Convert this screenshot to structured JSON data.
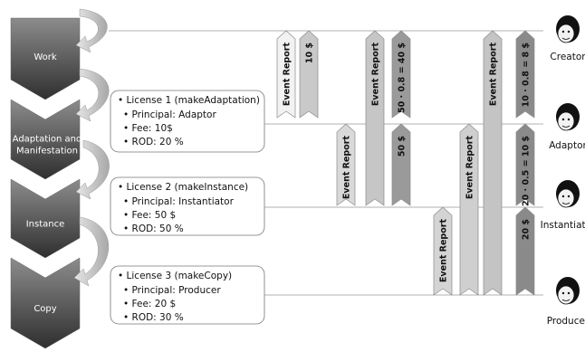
{
  "stages": [
    {
      "id": "work",
      "label_lines": [
        "Work"
      ]
    },
    {
      "id": "adaptation",
      "label_lines": [
        "Adaptation and",
        "Manifestation"
      ]
    },
    {
      "id": "instance",
      "label_lines": [
        "Instance"
      ]
    },
    {
      "id": "copy",
      "label_lines": [
        "Copy"
      ]
    }
  ],
  "licenses": [
    {
      "title": "License 1 (makeAdaptation)",
      "items": [
        "Principal: Adaptor",
        "Fee: 10$",
        "ROD: 20 %"
      ]
    },
    {
      "title": "License 2 (makeInstance)",
      "items": [
        "Principal: Instantiator",
        "Fee: 50 $",
        "ROD: 50 %"
      ]
    },
    {
      "title": "License 3 (makeCopy)",
      "items": [
        "Principal: Producer",
        "Fee: 20 $",
        "ROD: 30 %"
      ]
    }
  ],
  "actors": [
    "Creator",
    "Adaptor",
    "Instantiator",
    "Producer"
  ],
  "flows": [
    {
      "label": "Event Report",
      "from": "Adaptor",
      "to": "Creator",
      "direction": "up",
      "color": "#f2f2f2"
    },
    {
      "label": "10 $",
      "from": "Adaptor",
      "to": "Creator",
      "direction": "up",
      "color": "#c9c9c9"
    },
    {
      "label": "Event Report",
      "from": "Instantiator",
      "to": "Adaptor",
      "direction": "up",
      "color": "#d9d9d9"
    },
    {
      "label": "Event Report",
      "from": "Instantiator",
      "to": "Creator",
      "direction": "up",
      "color": "#c6c6c6"
    },
    {
      "label": "50 · 0.8 = 40 $",
      "from": "Adaptor",
      "to": "Creator",
      "direction": "up",
      "color": "#9a9a9a"
    },
    {
      "label": "50 $",
      "from": "Instantiator",
      "to": "Adaptor",
      "direction": "up",
      "color": "#9a9a9a"
    },
    {
      "label": "Event Report",
      "from": "Producer",
      "to": "Instantiator",
      "direction": "up",
      "color": "#d4d4d4"
    },
    {
      "label": "Event Report",
      "from": "Producer",
      "to": "Adaptor",
      "direction": "up",
      "color": "#cfcfcf"
    },
    {
      "label": "Event Report",
      "from": "Producer",
      "to": "Creator",
      "direction": "up",
      "color": "#c4c4c4"
    },
    {
      "label": "10 · 0.8 = 8 $",
      "from": "Adaptor",
      "to": "Creator",
      "direction": "up",
      "color": "#8a8a8a"
    },
    {
      "label": "20 · 0.5 = 10 $",
      "from": "Instantiator",
      "to": "Adaptor",
      "direction": "up",
      "color": "#8a8a8a"
    },
    {
      "label": "20 $",
      "from": "Producer",
      "to": "Instantiator",
      "direction": "up",
      "color": "#8a8a8a"
    }
  ]
}
